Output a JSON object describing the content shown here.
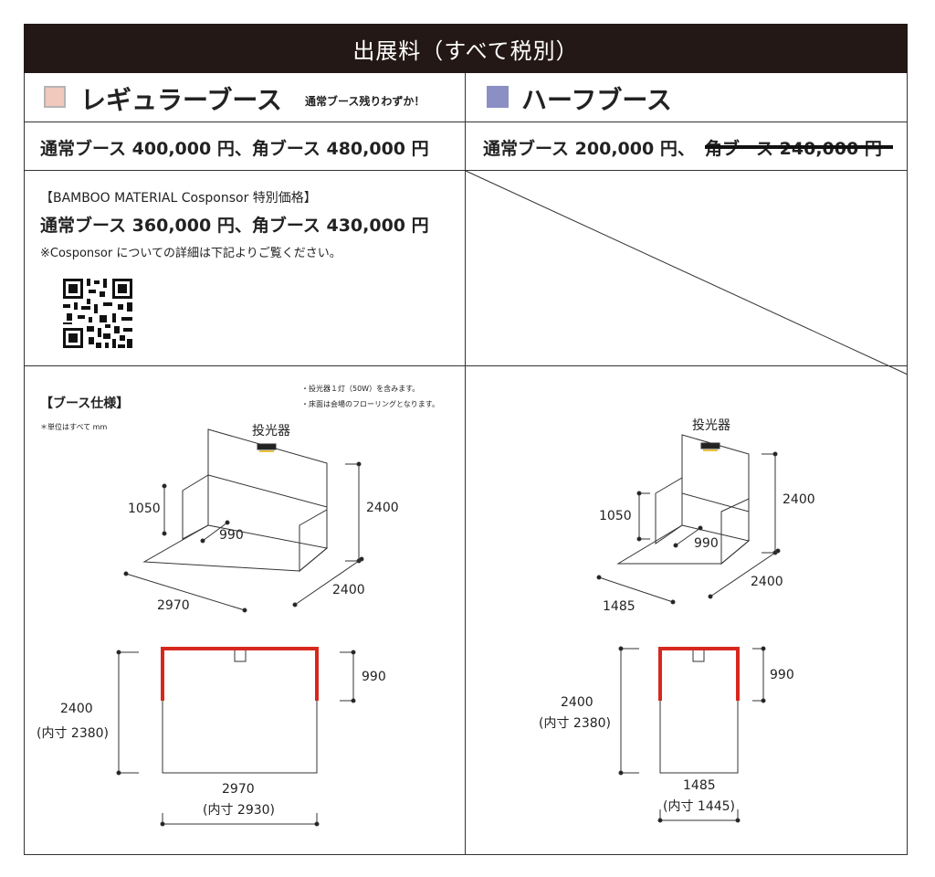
{
  "header": {
    "title": "出展料（すべて税別）"
  },
  "regular": {
    "label": "レギュラーブース",
    "note": "通常ブース残りわずか！",
    "color": "#f1c9bd",
    "price": "通常ブース 400,000 円、角ブース 480,000 円"
  },
  "half": {
    "label": "ハーフブース",
    "color": "#8c8fc4",
    "price_normal": "通常ブース 200,000 円、",
    "price_corner": "角ブース 240,000 円"
  },
  "cosponsor": {
    "heading": "【BAMBOO MATERIAL Cosponsor 特別価格】",
    "price": "通常ブース 360,000 円、角ブース 430,000 円",
    "note": "※Cosponsor についての詳細は下記よりご覧ください。"
  },
  "spec": {
    "heading": "【ブース仕様】",
    "unit_note": "＊単位はすべて mm",
    "notes": [
      "・投光器１灯（50W）を含みます。",
      "・床面は会場のフローリングとなります。"
    ]
  },
  "regular_diagram": {
    "light_label": "投光器",
    "h_wall": "1050",
    "h_total": "2400",
    "side_depth": "990",
    "depth": "2400",
    "width": "2970",
    "plan_depth": "2400",
    "plan_depth_inner": "(内寸 2380)",
    "plan_side": "990",
    "plan_width": "2970",
    "plan_width_inner": "(内寸 2930)"
  },
  "half_diagram": {
    "light_label": "投光器",
    "h_wall": "1050",
    "h_total": "2400",
    "side_depth": "990",
    "depth": "2400",
    "width": "1485",
    "plan_depth": "2400",
    "plan_depth_inner": "(内寸 2380)",
    "plan_side": "990",
    "plan_width": "1485",
    "plan_width_inner": "(内寸 1445)"
  },
  "colors": {
    "header_bg": "#231815",
    "wall_red": "#d7281e"
  }
}
